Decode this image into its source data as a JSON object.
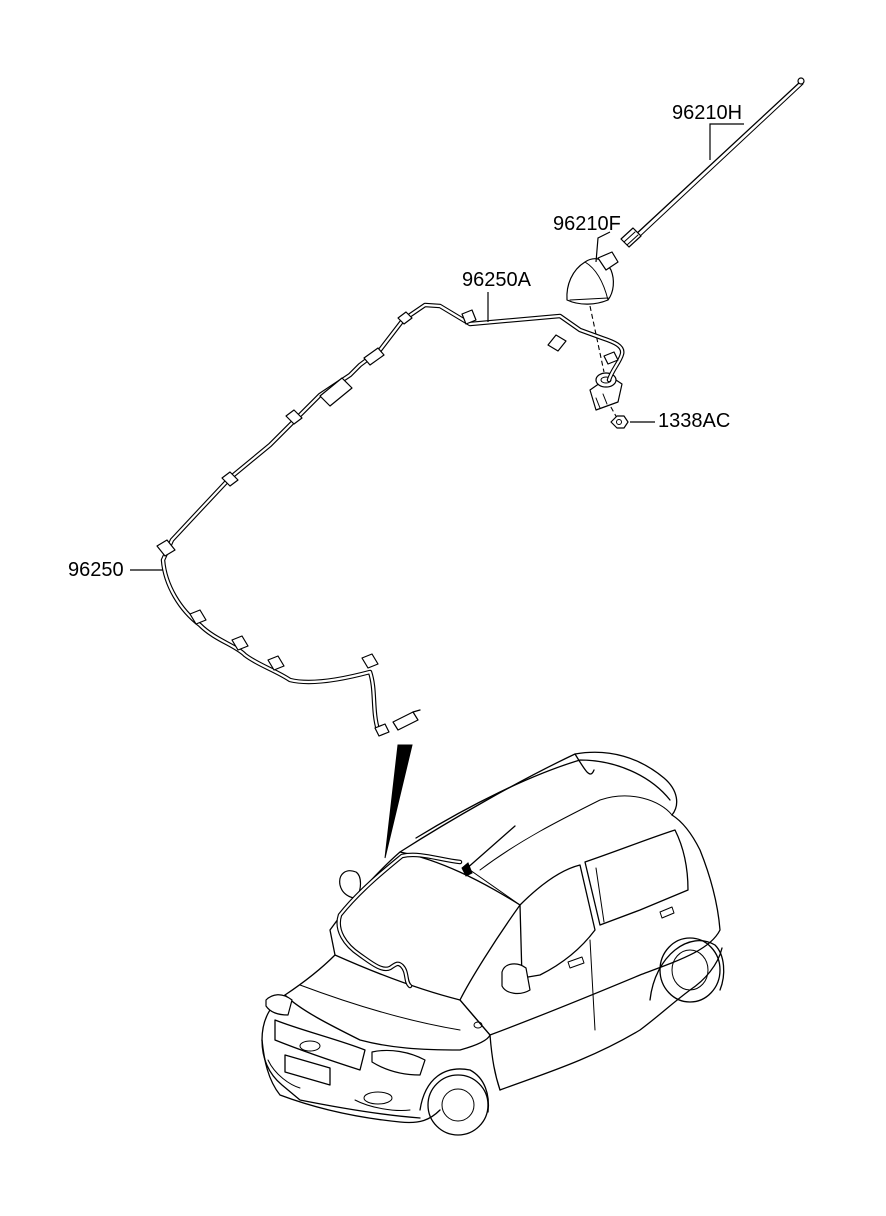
{
  "labels": {
    "rod": "96210H",
    "base": "96210F",
    "feeder_upper": "96250A",
    "nut": "1338AC",
    "feeder_main": "96250"
  }
}
